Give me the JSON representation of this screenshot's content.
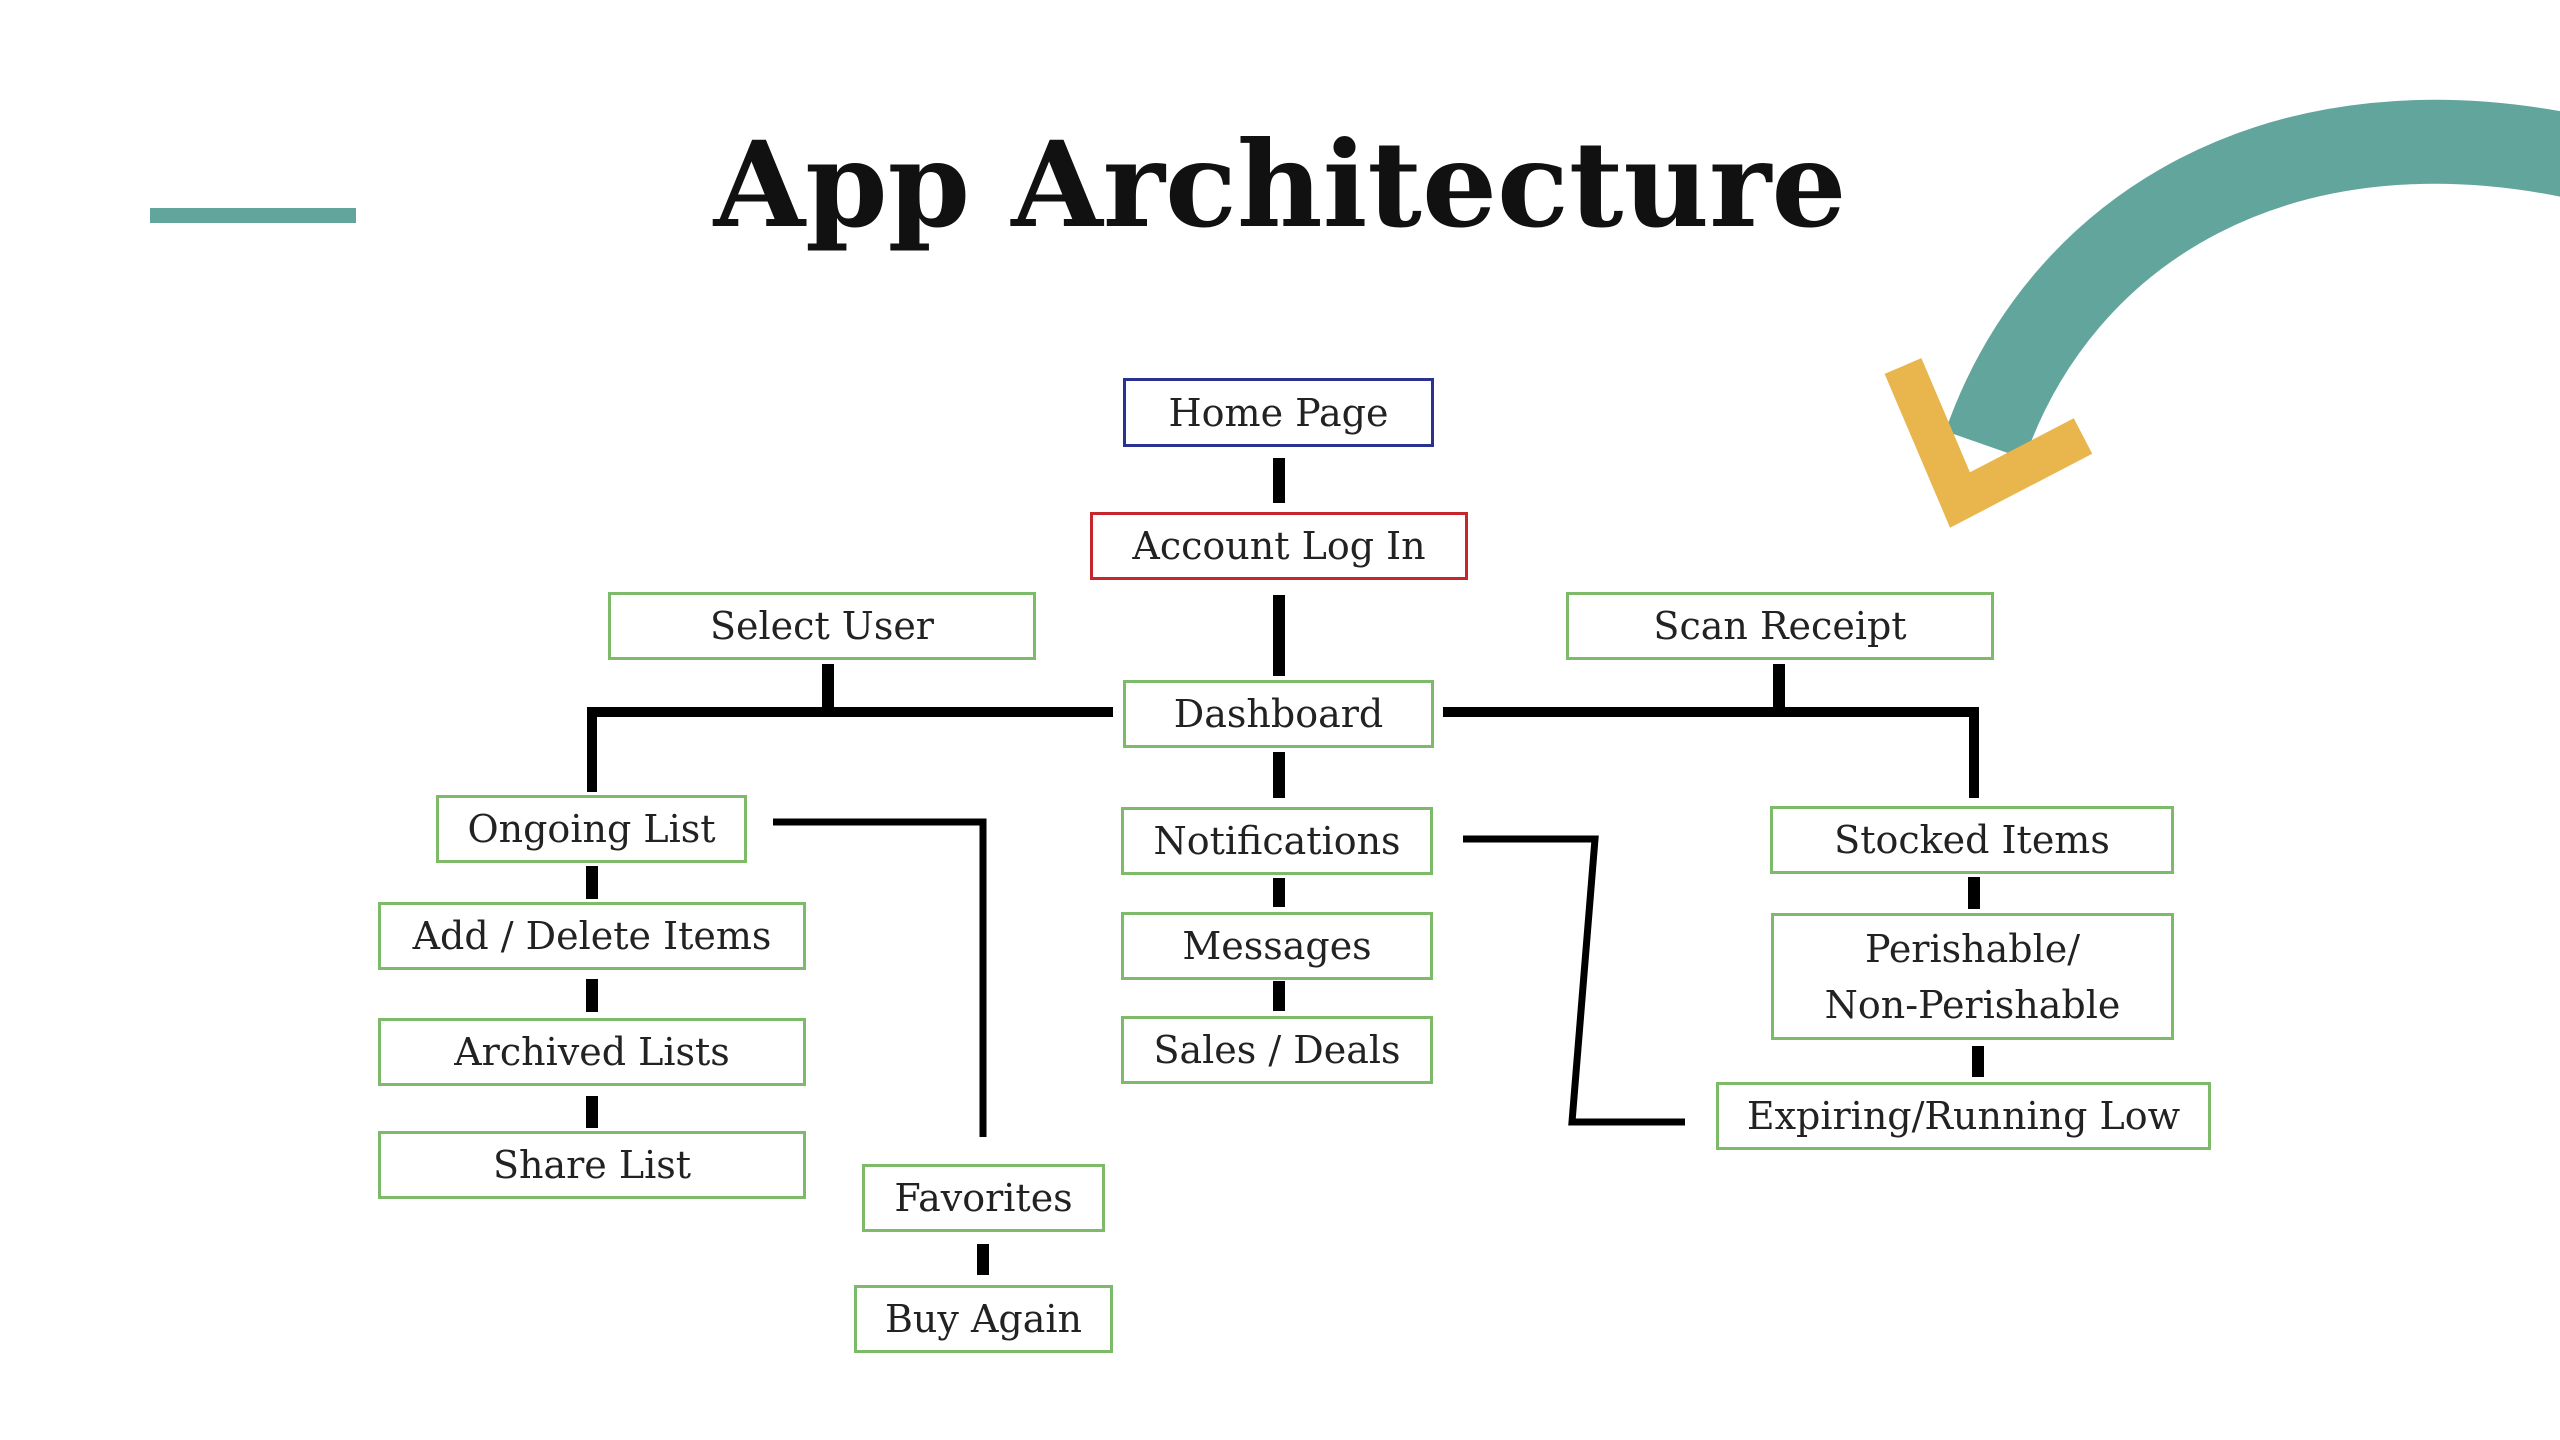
{
  "title": "App Architecture",
  "colors": {
    "accent_teal": "#62a59d",
    "accent_yellow": "#e8b64c",
    "node_border_default": "#7dbb6a",
    "node_border_home": "#2b3191",
    "node_border_login": "#c8262d",
    "connector": "#000000",
    "text": "#222222"
  },
  "nodes": {
    "home_page": "Home Page",
    "account_log_in": "Account Log In",
    "select_user": "Select User",
    "scan_receipt": "Scan Receipt",
    "dashboard": "Dashboard",
    "ongoing_list": "Ongoing List",
    "add_delete_items": "Add / Delete Items",
    "archived_lists": "Archived Lists",
    "share_list": "Share List",
    "favorites": "Favorites",
    "buy_again": "Buy Again",
    "notifications": "Notifications",
    "messages": "Messages",
    "sales_deals": "Sales / Deals",
    "stocked_items": "Stocked Items",
    "perishable_line1": "Perishable/",
    "perishable_line2": "Non-Perishable",
    "expiring_running_low": "Expiring/Running Low"
  },
  "edges": [
    [
      "home_page",
      "account_log_in"
    ],
    [
      "account_log_in",
      "dashboard"
    ],
    [
      "dashboard",
      "select_user"
    ],
    [
      "dashboard",
      "ongoing_list"
    ],
    [
      "dashboard",
      "scan_receipt"
    ],
    [
      "dashboard",
      "stocked_items"
    ],
    [
      "dashboard",
      "notifications"
    ],
    [
      "notifications",
      "messages"
    ],
    [
      "messages",
      "sales_deals"
    ],
    [
      "notifications",
      "expiring_running_low"
    ],
    [
      "ongoing_list",
      "add_delete_items"
    ],
    [
      "add_delete_items",
      "archived_lists"
    ],
    [
      "archived_lists",
      "share_list"
    ],
    [
      "ongoing_list",
      "favorites"
    ],
    [
      "favorites",
      "buy_again"
    ],
    [
      "stocked_items",
      "perishable_non_perishable"
    ],
    [
      "perishable_non_perishable",
      "expiring_running_low"
    ]
  ]
}
